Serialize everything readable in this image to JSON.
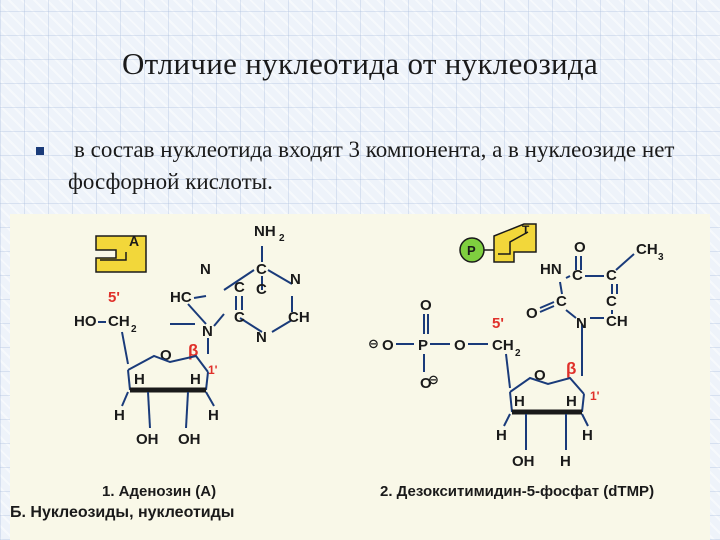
{
  "slide": {
    "title": "Отличие нуклеотида от нуклеозида",
    "bullet": "в состав нуклеотида входят 3 компонента, а в нуклеозиде нет фосфорной кислоты."
  },
  "figure": {
    "caption": "Б. Нуклеозиды, нуклеотиды",
    "adenosine": {
      "label": "1. Аденозин (A)",
      "icon_letter": "A",
      "atoms": {
        "nh2": "NH",
        "nh2_sub": "2",
        "n7": "N",
        "c5": "C",
        "n1": "N",
        "hc8": "HC",
        "c8_bond": "C",
        "c6": "C",
        "n9": "N",
        "c4": "C",
        "n3": "N",
        "ch2_ring": "CH",
        "ho": "HO",
        "ch2": "CH",
        "ch2_sub": "2",
        "o_ring": "O",
        "h_l": "H",
        "h_r": "H",
        "h_bl": "H",
        "h_br": "H",
        "oh_l": "OH",
        "oh_r": "OH"
      },
      "prime5": "5'",
      "prime1": "1'",
      "beta": "β"
    },
    "dtmp": {
      "label": "2. Дезокситимидин-5-фосфат (dTMP)",
      "icon_p": "P",
      "icon_t": "T",
      "atoms": {
        "o_top": "O",
        "o_left": "O",
        "o_bottom": "O",
        "p": "P",
        "o_bridge": "O",
        "ch2": "CH",
        "ch2_sub": "2",
        "o_ring": "O",
        "hn": "HN",
        "c_top": "C",
        "c_methyl": "C",
        "ch3": "CH",
        "ch3_sub": "3",
        "o_pyr_top": "O",
        "c2": "C",
        "ch6": "CH",
        "c4": "C",
        "o_pyr_left": "O",
        "n1": "N",
        "h_l": "H",
        "h_r": "H",
        "h_bl": "H",
        "h_br": "H",
        "oh": "OH",
        "h_bottom": "H"
      },
      "minus": "⊖",
      "prime5": "5'",
      "prime1": "1'",
      "beta": "β"
    }
  },
  "colors": {
    "blue_stroke": "#1a3b7a",
    "accent_red": "#e0302a",
    "icon_yellow": "#f2d73a",
    "icon_green": "#7fcf3f",
    "panel_bg": "#f9f8e8"
  }
}
